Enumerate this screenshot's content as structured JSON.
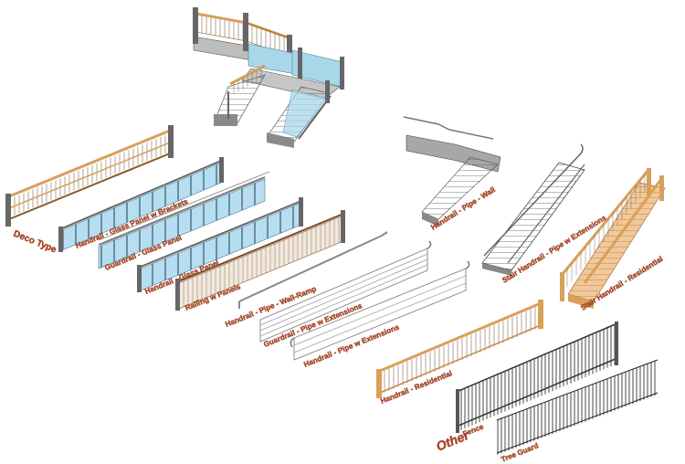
{
  "labels": {
    "deco_type": "Deco Type",
    "glass_brackets": "Handrail - Glass Panel w Brackets",
    "guardrail_glass": "Guardrail - Glass Panel",
    "handrail_glass": "Handrail - Glass Panel",
    "railing_panels": "Railing w Panels",
    "pipe_wall_ramp": "Handrail - Pipe - Wall-Ramp",
    "guardrail_pipe_ext": "Guardrail - Pipe w Extensions",
    "handrail_pipe_ext": "Handrail - Pipe w Extensions",
    "handrail_residential": "Handrail - Residential",
    "pipe_wall": "Handrail - Pipe - Wall",
    "stair_pipe_ext": "Stair Handrail - Pipe w Extensions",
    "stair_residential": "Stair Handrail - Residential",
    "other": "Other",
    "fence": "Fence",
    "tree_guard": "Tree Guard"
  },
  "colors": {
    "label_fill": "#b5461f",
    "wood": "#d9a05a",
    "glass": "#a9d7ea",
    "metal": "#8a8a8a",
    "concrete": "#9a9a9a"
  }
}
